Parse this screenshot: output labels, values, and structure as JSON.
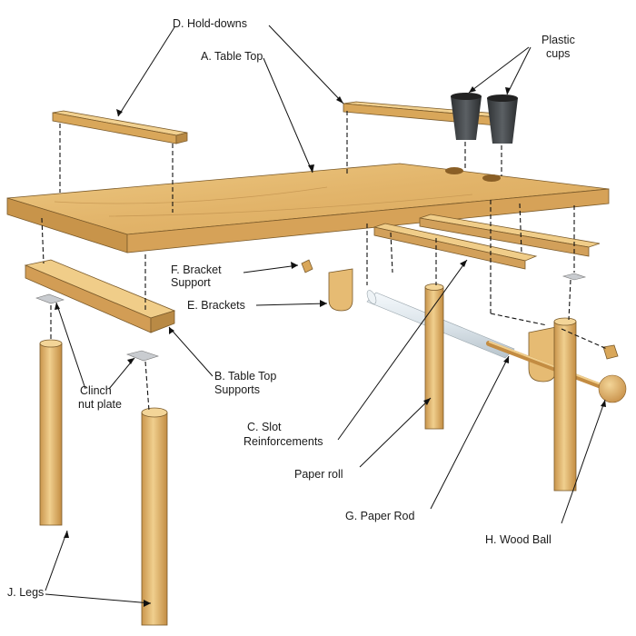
{
  "labels": {
    "hold_downs": "D. Hold-downs",
    "table_top": "A. Table Top",
    "plastic_cups_line1": "Plastic",
    "plastic_cups_line2": "cups",
    "bracket_support_line1": "F. Bracket",
    "bracket_support_line2": "Support",
    "brackets": "E. Brackets",
    "clinch_line1": "Clinch",
    "clinch_line2": "nut plate",
    "table_top_supports_line1": "B. Table Top",
    "table_top_supports_line2": "Supports",
    "slot_reinforcements_line1": "C. Slot",
    "slot_reinforcements_line2": "Reinforcements",
    "paper_roll": "Paper roll",
    "paper_rod": "G. Paper Rod",
    "wood_ball": "H. Wood Ball",
    "legs": "J. Legs"
  },
  "colors": {
    "wood_light": "#e9c27e",
    "wood_mid": "#d8a85c",
    "wood_dark": "#b98a45",
    "cup": "#3c3f42",
    "paper_roll": "#dfe8ee",
    "metal": "#c9ccd0"
  }
}
